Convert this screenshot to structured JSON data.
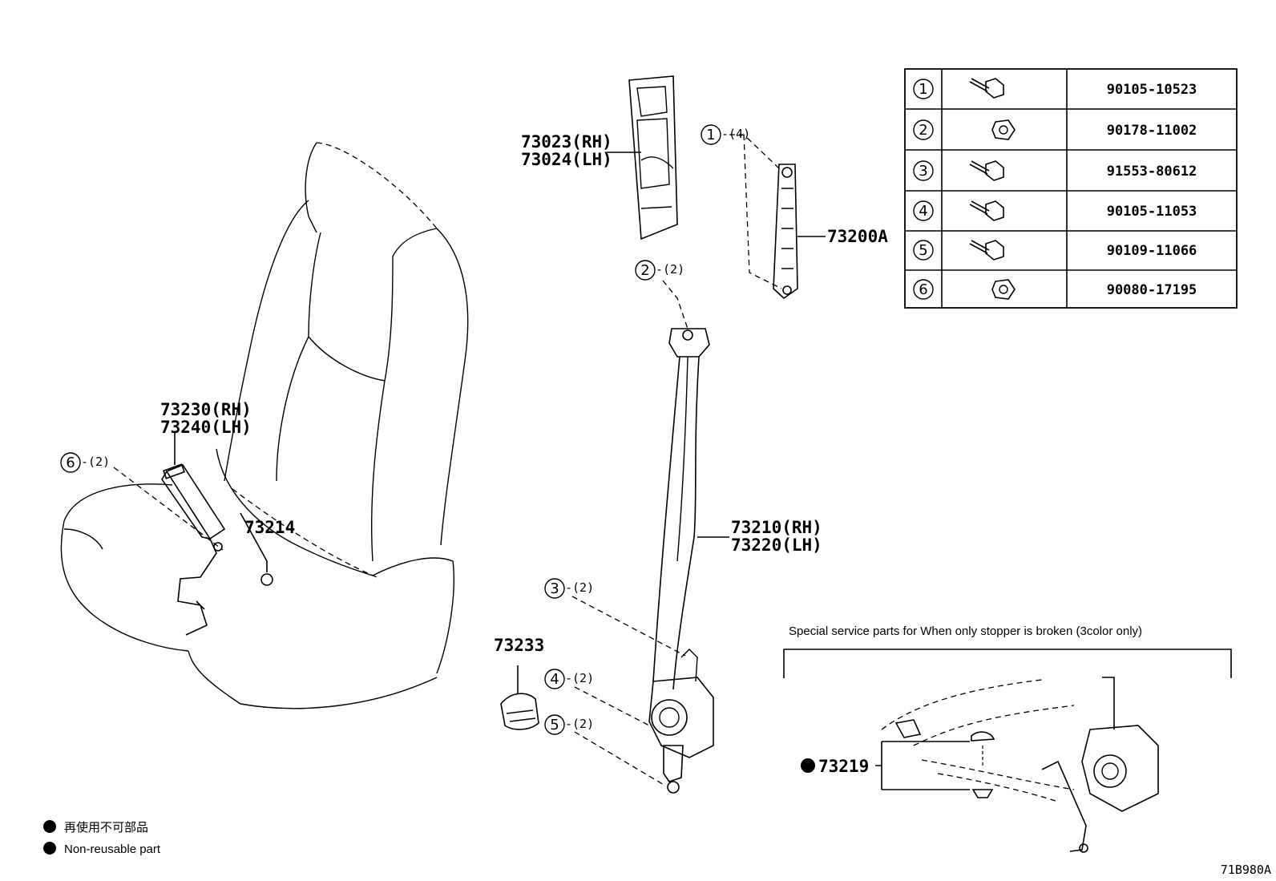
{
  "diagram_code": "71B980A",
  "legend": {
    "japanese": "再使用不可部品",
    "english": "Non-reusable part"
  },
  "parts": {
    "trim": [
      "73023(RH)",
      "73024(LH)"
    ],
    "adjuster": "73200A",
    "buckle": [
      "73230(RH)",
      "73240(LH)"
    ],
    "cover": "73214",
    "belt": [
      "73210(RH)",
      "73220(LH)"
    ],
    "cap": "73233",
    "stopper": "73219"
  },
  "callouts": {
    "c1": {
      "num": "1",
      "qty": "-(4)"
    },
    "c2": {
      "num": "2",
      "qty": "-(2)"
    },
    "c3": {
      "num": "3",
      "qty": "-(2)"
    },
    "c4": {
      "num": "4",
      "qty": "-(2)"
    },
    "c5": {
      "num": "5",
      "qty": "-(2)"
    },
    "c6": {
      "num": "6",
      "qty": "-(2)"
    }
  },
  "special_service_title": "Special service parts for When only stopper is broken (3color only)",
  "fastener_table": [
    {
      "num": "1",
      "icon": "bolt-icon",
      "part": "90105-10523"
    },
    {
      "num": "2",
      "icon": "nut-icon",
      "part": "90178-11002"
    },
    {
      "num": "3",
      "icon": "bolt-icon",
      "part": "91553-80612"
    },
    {
      "num": "4",
      "icon": "bolt-icon",
      "part": "90105-11053"
    },
    {
      "num": "5",
      "icon": "bolt-icon",
      "part": "90109-11066"
    },
    {
      "num": "6",
      "icon": "nut-icon",
      "part": "90080-17195"
    }
  ]
}
